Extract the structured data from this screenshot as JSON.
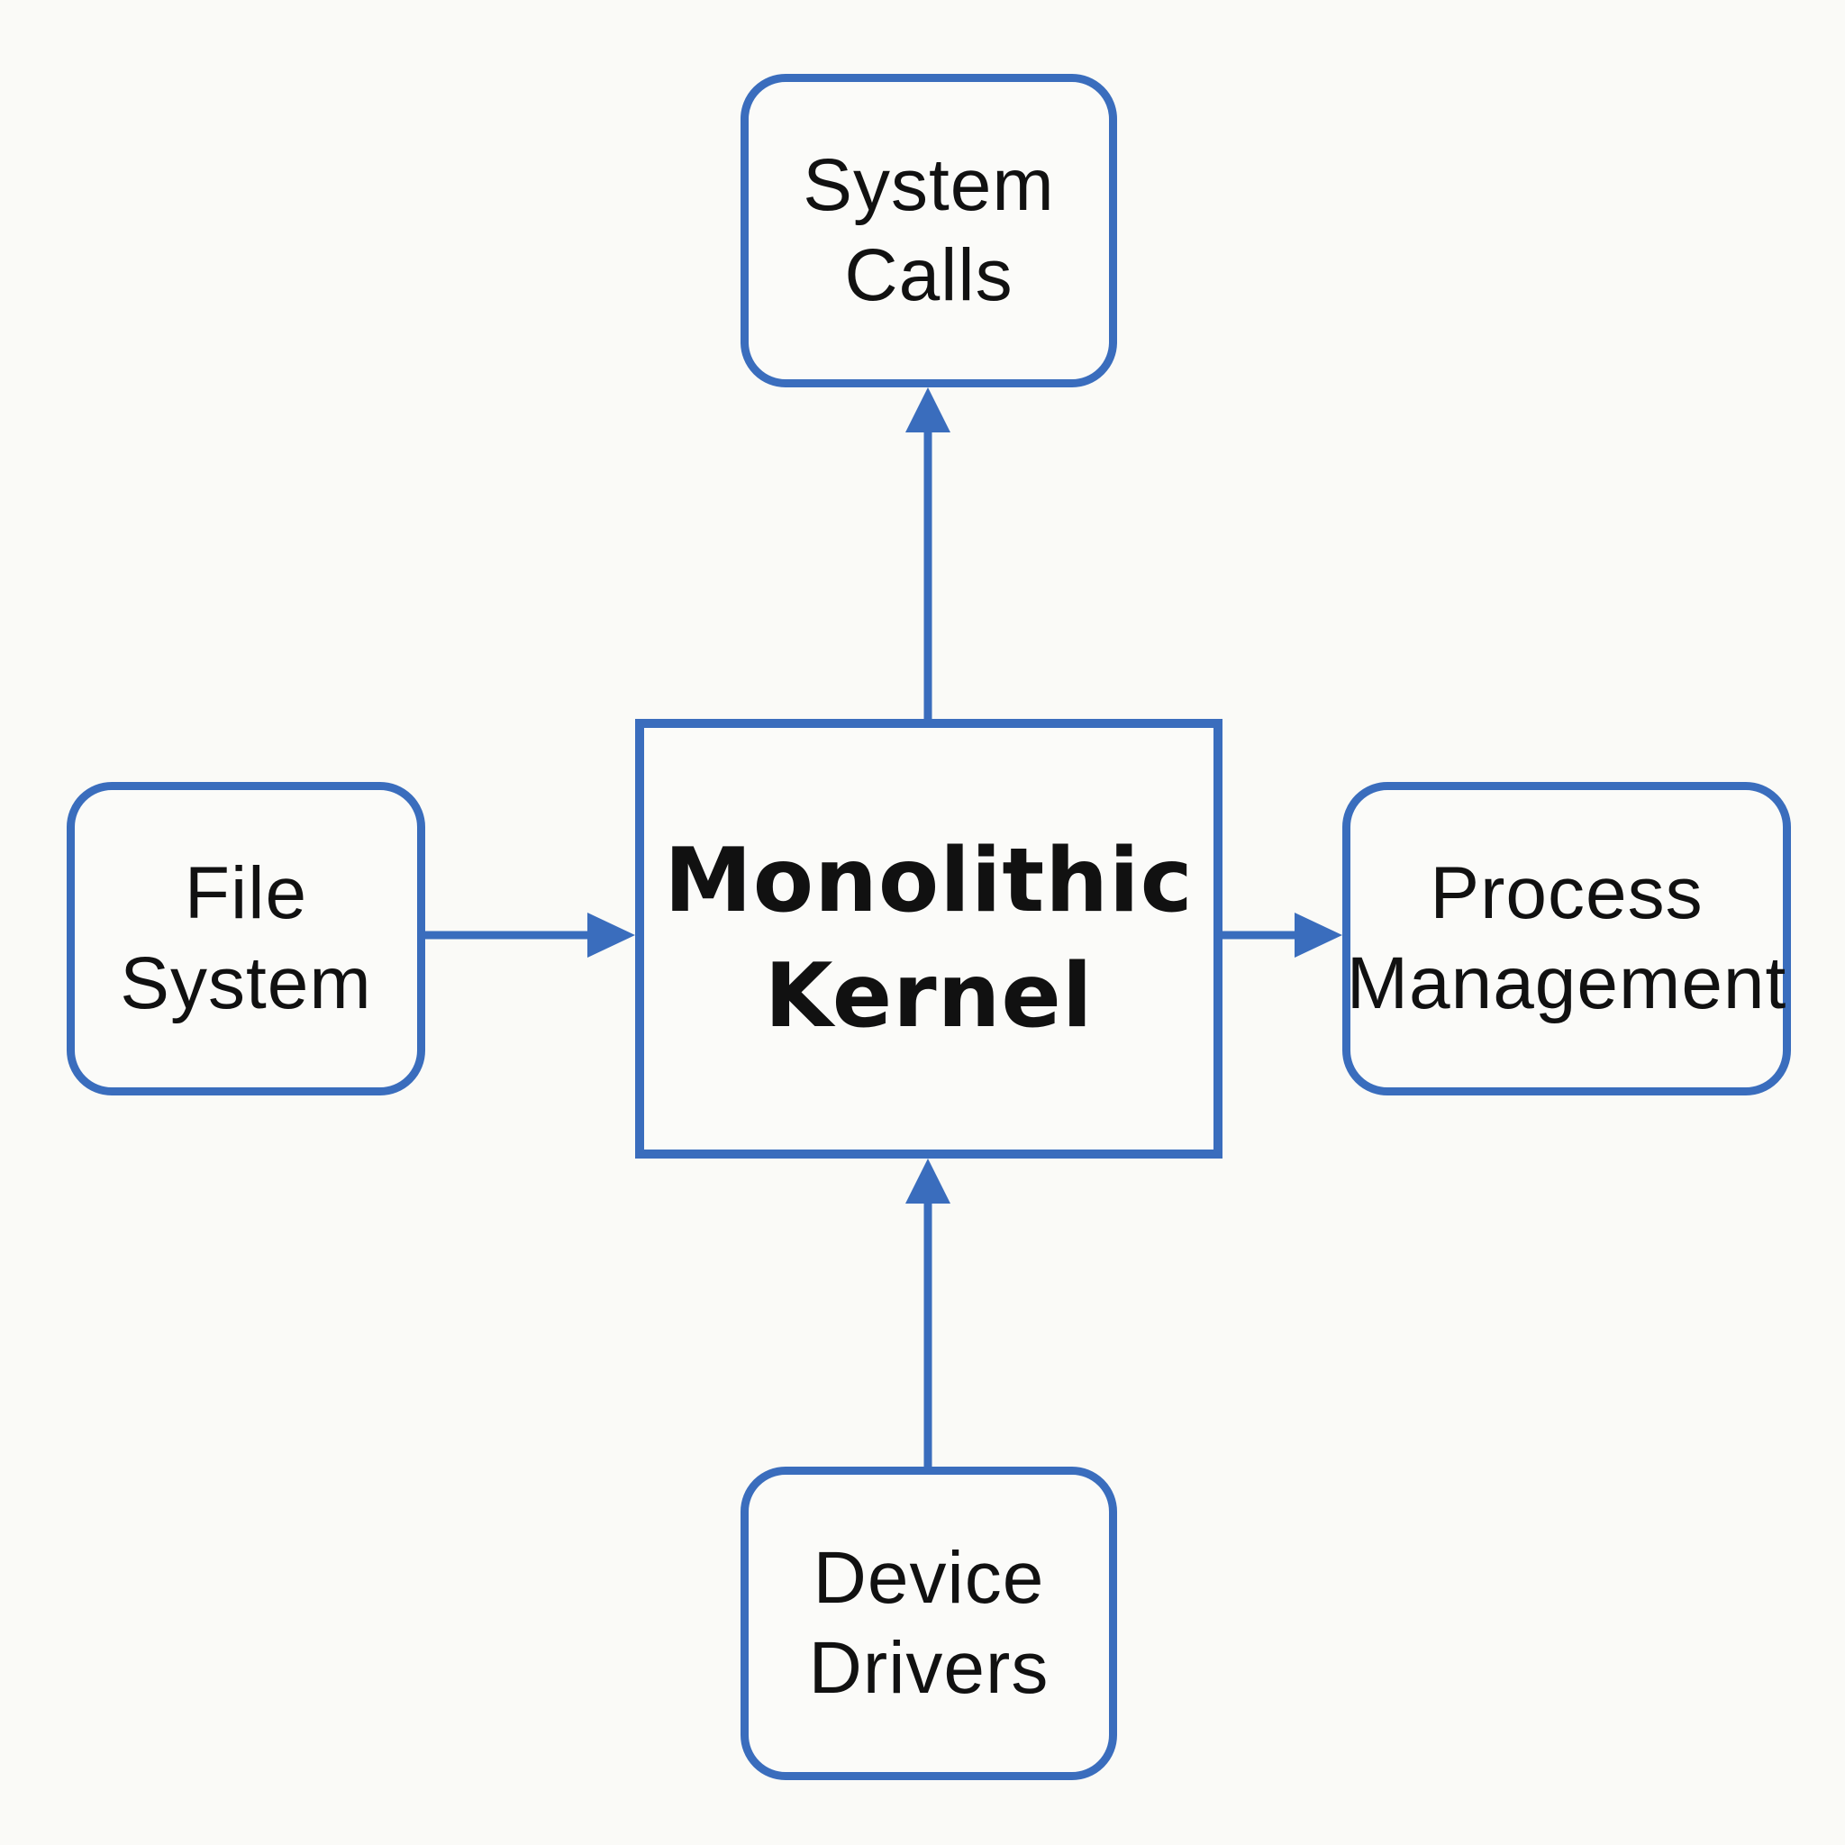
{
  "colors": {
    "background": "#fafaf7",
    "accent": "#3a6dbd",
    "text": "#111111"
  },
  "nodes": {
    "kernel": {
      "lines": [
        "Monolithic",
        "Kernel"
      ]
    },
    "system_calls": {
      "lines": [
        "System",
        "Calls"
      ]
    },
    "file_system": {
      "lines": [
        "File",
        "System"
      ]
    },
    "process_management": {
      "lines": [
        "Process",
        "Management"
      ]
    },
    "device_drivers": {
      "lines": [
        "Device",
        "Drivers"
      ]
    }
  },
  "edges": [
    {
      "from": "kernel",
      "to": "system_calls"
    },
    {
      "from": "file_system",
      "to": "kernel"
    },
    {
      "from": "kernel",
      "to": "process_management"
    },
    {
      "from": "device_drivers",
      "to": "kernel"
    }
  ]
}
